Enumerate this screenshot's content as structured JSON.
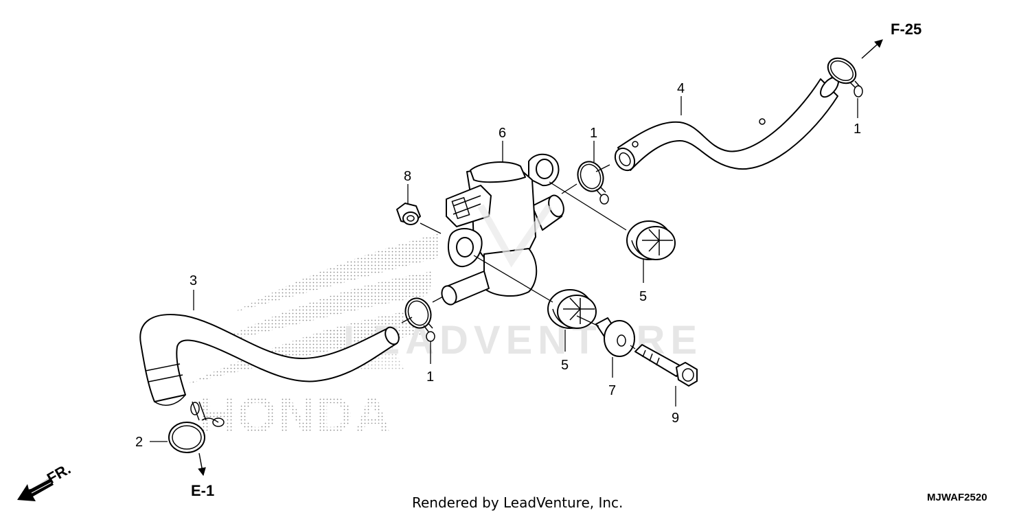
{
  "watermark": {
    "leadventure_text": "LEADVENTURE",
    "brand_text": "HONDA"
  },
  "references": {
    "upper_right": "F-25",
    "lower_left": "E-1",
    "front_arrow": "FR."
  },
  "callouts": [
    "1",
    "1",
    "1",
    "2",
    "3",
    "4",
    "5",
    "5",
    "6",
    "7",
    "8",
    "9"
  ],
  "footer": {
    "credit": "Rendered by LeadVenture, Inc.",
    "diagram_code": "MJWAF2520"
  },
  "colors": {
    "line": "#000000",
    "background": "#ffffff",
    "watermark": "#e6e6e6",
    "dot_pattern": "#8a8a8a"
  }
}
